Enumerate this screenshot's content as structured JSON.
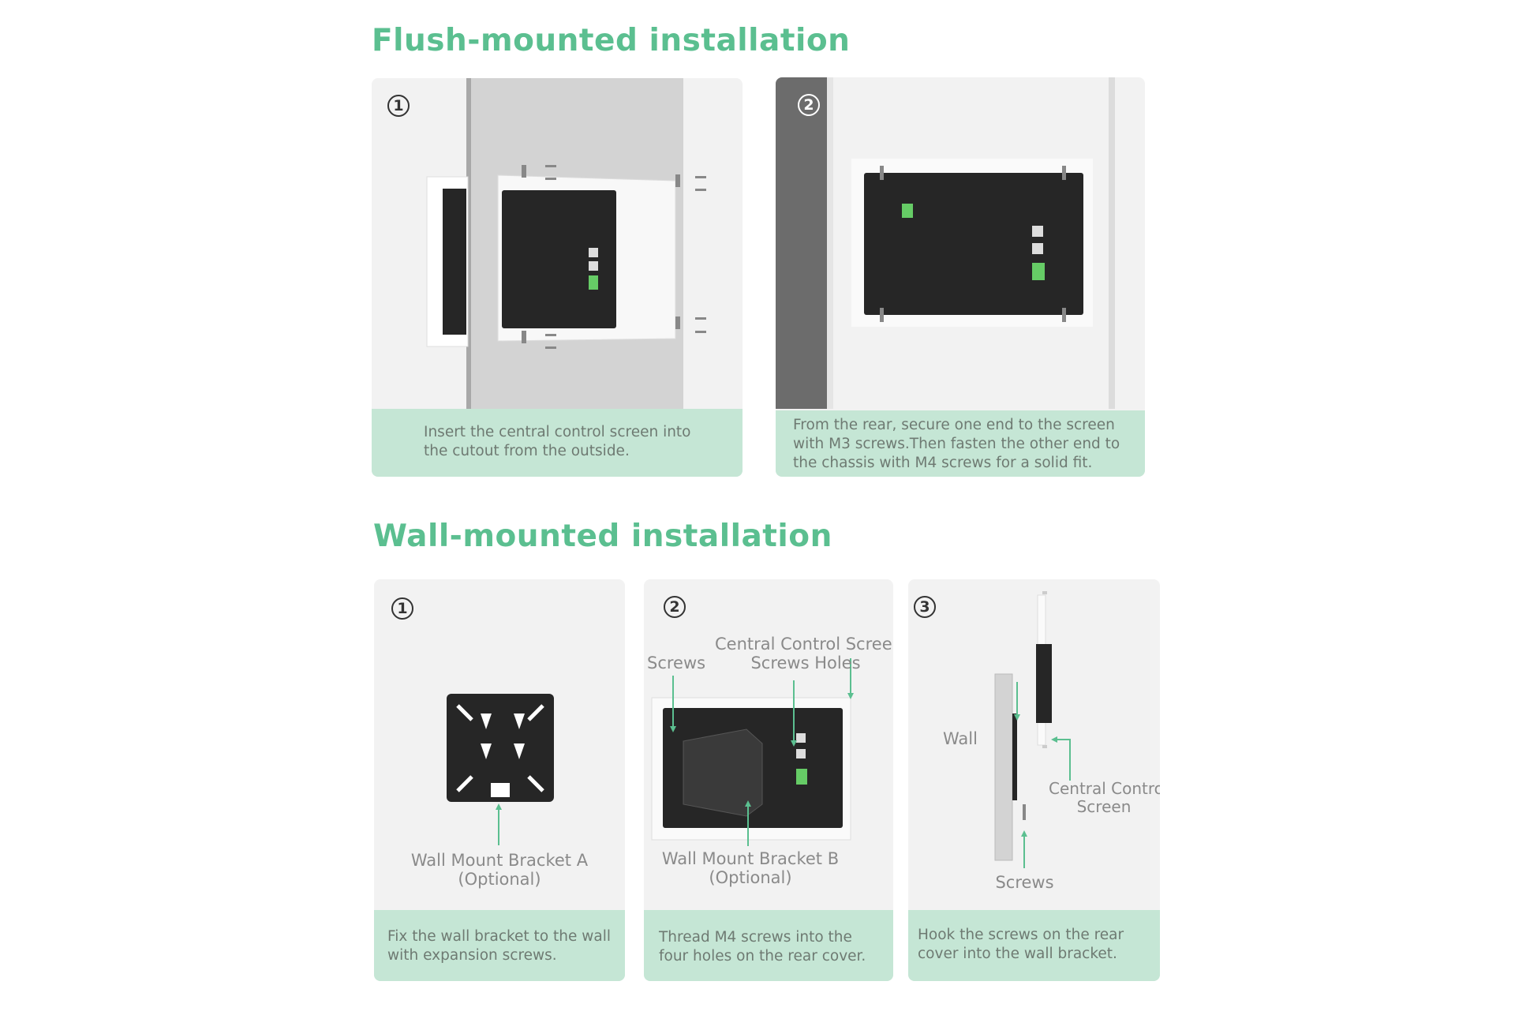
{
  "sections": {
    "flush": {
      "title": "Flush-mounted installation",
      "steps": [
        {
          "number": "1",
          "caption": "Insert the central control screen into the cutout from the outside."
        },
        {
          "number": "2",
          "caption": "From the rear, secure one end to the screen with M3 screws.Then fasten the other end to the chassis with M4 screws for a solid fit."
        }
      ]
    },
    "wall": {
      "title": "Wall-mounted installation",
      "steps": [
        {
          "number": "1",
          "caption": "Fix the wall bracket to the wall with expansion screws.",
          "labels": {
            "bracket_a_line1": "Wall Mount Bracket A",
            "bracket_a_line2": "(Optional)"
          }
        },
        {
          "number": "2",
          "caption": "Thread M4 screws into the four holes on the rear cover.",
          "labels": {
            "screws": "Screws",
            "holes_line1": "Central Control Screen",
            "holes_line2": "Screws Holes",
            "bracket_b_line1": "Wall Mount Bracket B",
            "bracket_b_line2": "(Optional)"
          }
        },
        {
          "number": "3",
          "caption": "Hook the screws on the rear cover into the wall bracket.",
          "labels": {
            "wall": "Wall",
            "screen_line1": "Central Control",
            "screen_line2": "Screen",
            "screws": "Screws"
          }
        }
      ]
    }
  },
  "colors": {
    "accent": "#5bbf90",
    "caption_bg": "#c5e6d5",
    "card_bg": "#f2f2f2",
    "device": "#262626",
    "pointer": "#5bbf90"
  }
}
